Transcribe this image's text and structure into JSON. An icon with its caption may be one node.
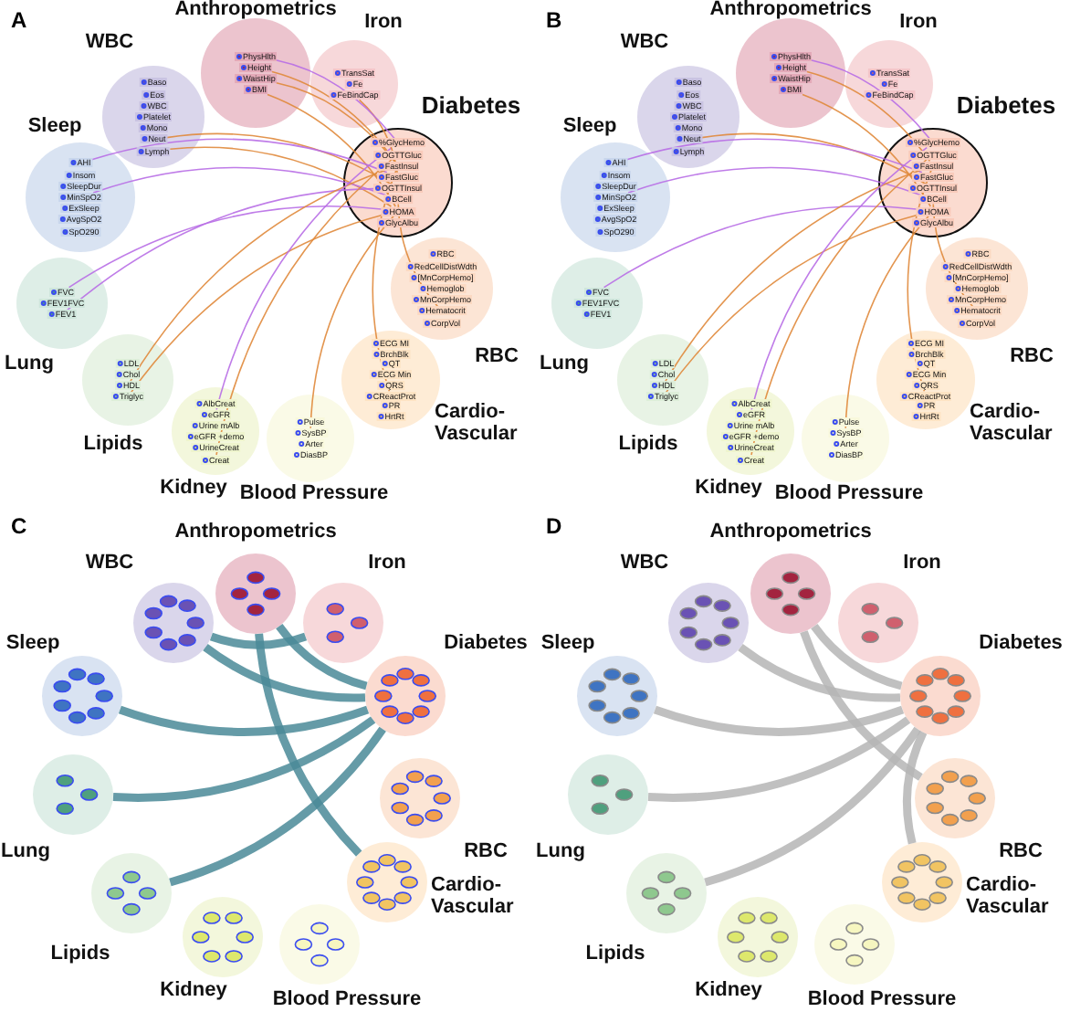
{
  "diagram": {
    "nodes": [
      {
        "text": [
          "Anthropometrics"
        ]
      },
      {
        "text": [
          "PhysHlth"
        ],
        "in": 0
      },
      {
        "text": [
          "Height"
        ],
        "in": 0
      },
      {
        "text": [
          "WaistHip"
        ],
        "in": 0
      },
      {
        "text": [
          "BMI"
        ],
        "in": 0
      },
      {
        "text": [
          "WBC"
        ]
      },
      {
        "text": [
          "Baso"
        ],
        "in": 5
      },
      {
        "text": [
          "Eos"
        ],
        "in": 5
      },
      {
        "text": [
          "WBC"
        ],
        "in": 5
      },
      {
        "text": [
          "Platelet"
        ],
        "in": 5
      },
      {
        "text": [
          "Mono"
        ],
        "in": 5
      },
      {
        "text": [
          "Neut"
        ],
        "in": 5
      },
      {
        "text": [
          "Lymph"
        ],
        "in": 5
      },
      {
        "text": [
          "Iron"
        ]
      },
      {
        "text": [
          "TransSat"
        ],
        "in": 13
      },
      {
        "text": [
          "Fe"
        ],
        "in": 13
      },
      {
        "text": [
          "FeBindCap"
        ],
        "in": 13
      },
      {
        "text": [
          "Diabetes"
        ]
      },
      {
        "text": [
          "%GlycHemo"
        ],
        "in": 17
      },
      {
        "text": [
          "OGTTGluc"
        ],
        "in": 17
      },
      {
        "text": [
          "FastInsul"
        ],
        "in": 17
      },
      {
        "text": [
          "FastGluc"
        ],
        "in": 17
      },
      {
        "text": [
          "OGTTInsul"
        ],
        "in": 17
      },
      {
        "text": [
          "BCell"
        ],
        "in": 17
      },
      {
        "text": [
          "HOMA"
        ],
        "in": 17
      },
      {
        "text": [
          "GlycAlbu"
        ],
        "in": 17
      },
      {
        "text": [
          "Sleep"
        ]
      },
      {
        "text": [
          "AHI"
        ],
        "in": 26
      },
      {
        "text": [
          "Insom"
        ],
        "in": 26
      },
      {
        "text": [
          "SleepDur"
        ],
        "in": 26
      },
      {
        "text": [
          "MinSpO2"
        ],
        "in": 26
      },
      {
        "text": [
          "ExSleep"
        ],
        "in": 26
      },
      {
        "text": [
          "AvgSpO2"
        ],
        "in": 26
      },
      {
        "text": [
          "SpO290"
        ],
        "in": 26
      },
      {
        "text": [
          "RBC"
        ]
      },
      {
        "text": [
          "RBC"
        ],
        "in": 34
      },
      {
        "text": [
          "RedCellDistWdth"
        ],
        "in": 34
      },
      {
        "text": [
          "[MnCorpHemo]"
        ],
        "in": 34
      },
      {
        "text": [
          "Hemoglob"
        ],
        "in": 34
      },
      {
        "text": [
          "MnCorpHemo"
        ],
        "in": 34
      },
      {
        "text": [
          "Hematocrit"
        ],
        "in": 34
      },
      {
        "text": [
          "CorpVol"
        ],
        "in": 34
      },
      {
        "text": [
          "Lung"
        ]
      },
      {
        "text": [
          "FVC"
        ],
        "in": 42
      },
      {
        "text": [
          "FEV1FVC"
        ],
        "in": 42
      },
      {
        "text": [
          "FEV1"
        ],
        "in": 42
      },
      {
        "text": [
          "Cardio- Vascular"
        ]
      },
      {
        "text": [
          "ECG MI"
        ],
        "in": 46
      },
      {
        "text": [
          "BrchBlk"
        ],
        "in": 46
      },
      {
        "text": [
          "QT"
        ],
        "in": 46
      },
      {
        "text": [
          "ECG Min"
        ],
        "in": 46
      },
      {
        "text": [
          "QRS"
        ],
        "in": 46
      },
      {
        "text": [
          "CReactProt"
        ],
        "in": 46
      },
      {
        "text": [
          "PR"
        ],
        "in": 46
      },
      {
        "text": [
          "HrtRt"
        ],
        "in": 46
      },
      {
        "text": [
          "Lipids"
        ]
      },
      {
        "text": [
          "LDL"
        ],
        "in": 55
      },
      {
        "text": [
          "Chol"
        ],
        "in": 55
      },
      {
        "text": [
          "HDL"
        ],
        "in": 55
      },
      {
        "text": [
          "Triglyc"
        ],
        "in": 55
      },
      {
        "text": [
          "Kidney"
        ]
      },
      {
        "text": [
          "AlbCreat"
        ],
        "in": 60
      },
      {
        "text": [
          "eGFR"
        ],
        "in": 60
      },
      {
        "text": [
          "Urine mAlb"
        ],
        "in": 60
      },
      {
        "text": [
          "eGFR +demo"
        ],
        "in": 60
      },
      {
        "text": [
          "UrineCreat"
        ],
        "in": 60
      },
      {
        "text": [
          "Creat"
        ],
        "in": 60
      },
      {
        "text": [
          "Blood Pressure"
        ]
      },
      {
        "text": [
          "Pulse"
        ],
        "in": 67
      },
      {
        "text": [
          "SysBP"
        ],
        "in": 67
      },
      {
        "text": [
          "Arter"
        ],
        "in": 67
      },
      {
        "text": [
          "DiasBP"
        ],
        "in": 67
      },
      {
        "text": [
          "Anthropometrics"
        ]
      },
      {
        "text": [
          "PhysHlth"
        ],
        "in": 72
      },
      {
        "text": [
          "Height"
        ],
        "in": 72
      },
      {
        "text": [
          "WaistHip"
        ],
        "in": 72
      },
      {
        "text": [
          "BMI"
        ],
        "in": 72
      },
      {
        "text": [
          "WBC"
        ]
      },
      {
        "text": [
          "Baso"
        ],
        "in": 77
      },
      {
        "text": [
          "Eos"
        ],
        "in": 77
      },
      {
        "text": [
          "WBC"
        ],
        "in": 77
      },
      {
        "text": [
          "Platelet"
        ],
        "in": 77
      },
      {
        "text": [
          "Mono"
        ],
        "in": 77
      },
      {
        "text": [
          "Neut"
        ],
        "in": 77
      },
      {
        "text": [
          "Lymph"
        ],
        "in": 77
      },
      {
        "text": [
          "Iron"
        ]
      },
      {
        "text": [
          "TransSat"
        ],
        "in": 85
      },
      {
        "text": [
          "Fe"
        ],
        "in": 85
      },
      {
        "text": [
          "FeBindCap"
        ],
        "in": 85
      },
      {
        "text": [
          "Diabetes"
        ]
      },
      {
        "text": [
          "%GlycHemo"
        ],
        "in": 89
      },
      {
        "text": [
          "OGTTGluc"
        ],
        "in": 89
      },
      {
        "text": [
          "FastInsul"
        ],
        "in": 89
      },
      {
        "text": [
          "FastGluc"
        ],
        "in": 89
      },
      {
        "text": [
          "OGTTInsul"
        ],
        "in": 89
      },
      {
        "text": [
          "BCell"
        ],
        "in": 89
      },
      {
        "text": [
          "HOMA"
        ],
        "in": 89
      },
      {
        "text": [
          "GlycAlbu"
        ],
        "in": 89
      },
      {
        "text": [
          "Sleep"
        ]
      },
      {
        "text": [
          "AHI"
        ],
        "in": 98
      },
      {
        "text": [
          "Insom"
        ],
        "in": 98
      },
      {
        "text": [
          "SleepDur"
        ],
        "in": 98
      },
      {
        "text": [
          "MinSpO2"
        ],
        "in": 98
      },
      {
        "text": [
          "ExSleep"
        ],
        "in": 98
      },
      {
        "text": [
          "AvgSpO2"
        ],
        "in": 98
      },
      {
        "text": [
          "SpO290"
        ],
        "in": 98
      },
      {
        "text": [
          "RBC"
        ]
      },
      {
        "text": [
          "RBC"
        ],
        "in": 106
      },
      {
        "text": [
          "RedCellDistWdth"
        ],
        "in": 106
      },
      {
        "text": [
          "[MnCorpHemo]"
        ],
        "in": 106
      },
      {
        "text": [
          "Hemoglob"
        ],
        "in": 106
      },
      {
        "text": [
          "MnCorpHemo"
        ],
        "in": 106
      },
      {
        "text": [
          "Hematocrit"
        ],
        "in": 106
      },
      {
        "text": [
          "CorpVol"
        ],
        "in": 106
      },
      {
        "text": [
          "Lung"
        ]
      },
      {
        "text": [
          "FVC"
        ],
        "in": 114
      },
      {
        "text": [
          "FEV1FVC"
        ],
        "in": 114
      },
      {
        "text": [
          "FEV1"
        ],
        "in": 114
      },
      {
        "text": [
          "Cardio- Vascular"
        ]
      },
      {
        "text": [
          "ECG MI"
        ],
        "in": 118
      },
      {
        "text": [
          "BrchBlk"
        ],
        "in": 118
      },
      {
        "text": [
          "QT"
        ],
        "in": 118
      },
      {
        "text": [
          "ECG Min"
        ],
        "in": 118
      },
      {
        "text": [
          "QRS"
        ],
        "in": 118
      },
      {
        "text": [
          "CReactProt"
        ],
        "in": 118
      },
      {
        "text": [
          "PR"
        ],
        "in": 118
      },
      {
        "text": [
          "HrtRt"
        ],
        "in": 118
      },
      {
        "text": [
          "Lipids"
        ]
      },
      {
        "text": [
          "LDL"
        ],
        "in": 127
      },
      {
        "text": [
          "Chol"
        ],
        "in": 127
      },
      {
        "text": [
          "HDL"
        ],
        "in": 127
      },
      {
        "text": [
          "Triglyc"
        ],
        "in": 127
      },
      {
        "text": [
          "Kidney"
        ]
      },
      {
        "text": [
          "AlbCreat"
        ],
        "in": 132
      },
      {
        "text": [
          "eGFR"
        ],
        "in": 132
      },
      {
        "text": [
          "Urine mAlb"
        ],
        "in": 132
      },
      {
        "text": [
          "eGFR +demo"
        ],
        "in": 132
      },
      {
        "text": [
          "UrineCreat"
        ],
        "in": 132
      },
      {
        "text": [
          "Creat"
        ],
        "in": 132
      },
      {
        "text": [
          "Blood Pressure"
        ]
      },
      {
        "text": [
          "Pulse"
        ],
        "in": 139
      },
      {
        "text": [
          "SysBP"
        ],
        "in": 139
      },
      {
        "text": [
          "Arter"
        ],
        "in": 139
      },
      {
        "text": [
          "DiasBP"
        ],
        "in": 139
      },
      {
        "text": [
          "Anthropometrics"
        ]
      },
      {
        "text": [
          "WBC"
        ]
      },
      {
        "text": [
          "Iron"
        ]
      },
      {
        "text": [
          "Sleep"
        ]
      },
      {
        "text": [
          "Diabetes"
        ]
      },
      {
        "text": [
          "Lung"
        ]
      },
      {
        "text": [
          "RBC"
        ]
      },
      {
        "text": [
          "Lipids"
        ]
      },
      {
        "text": [
          "Cardio- Vascular"
        ]
      },
      {
        "text": [
          "Kidney"
        ]
      },
      {
        "text": [
          "Blood Pressure"
        ]
      },
      {
        "text": [
          "Anthropometrics"
        ]
      },
      {
        "text": [
          "WBC"
        ]
      },
      {
        "text": [
          "Iron"
        ]
      },
      {
        "text": [
          "Sleep"
        ]
      },
      {
        "text": [
          "Diabetes"
        ]
      },
      {
        "text": [
          "Lung"
        ]
      },
      {
        "text": [
          "RBC"
        ]
      },
      {
        "text": [
          "Lipids"
        ]
      },
      {
        "text": [
          "Cardio- Vascular"
        ]
      },
      {
        "text": [
          "Kidney"
        ]
      },
      {
        "text": [
          "Blood Pressure"
        ]
      }
    ],
    "edges": [
      {
        "from": 20,
        "to": 2,
        "arrow": "none",
        "color": "#e08a3c"
      },
      {
        "from": 24,
        "to": 4,
        "arrow": "none",
        "color": "#e08a3c"
      },
      {
        "from": 20,
        "to": 3,
        "arrow": "none",
        "color": "#e08a3c"
      },
      {
        "from": 22,
        "to": 11,
        "arrow": "none",
        "color": "#e08a3c"
      },
      {
        "from": 24,
        "to": 12,
        "arrow": "none",
        "color": "#e08a3c"
      },
      {
        "from": 21,
        "to": 27,
        "arrow": "none",
        "color": "#b86ee6"
      },
      {
        "from": 23,
        "to": 30,
        "arrow": "none",
        "color": "#b86ee6"
      },
      {
        "from": 24,
        "to": 43,
        "arrow": "none",
        "color": "#b86ee6"
      },
      {
        "from": 22,
        "to": 45,
        "arrow": "none",
        "color": "#b86ee6"
      },
      {
        "from": 20,
        "to": 58,
        "arrow": "none",
        "color": "#e08a3c"
      },
      {
        "from": 24,
        "to": 59,
        "arrow": "none",
        "color": "#e08a3c"
      },
      {
        "from": 18,
        "to": 62,
        "arrow": "none",
        "color": "#b86ee6"
      },
      {
        "from": 19,
        "to": 66,
        "arrow": "none",
        "color": "#e08a3c"
      },
      {
        "from": 24,
        "to": 69,
        "arrow": "none",
        "color": "#e08a3c"
      },
      {
        "from": 20,
        "to": 52,
        "arrow": "none",
        "color": "#e08a3c"
      },
      {
        "from": 23,
        "to": 40,
        "arrow": "none",
        "color": "#e08a3c"
      },
      {
        "from": 21,
        "to": 16,
        "arrow": "none",
        "color": "#e08a3c"
      },
      {
        "from": 18,
        "to": 1,
        "arrow": "none",
        "color": "#b86ee6"
      },
      {
        "from": 92,
        "to": 74,
        "arrow": "none",
        "color": "#e08a3c"
      },
      {
        "from": 96,
        "to": 76,
        "arrow": "none",
        "color": "#e08a3c"
      },
      {
        "from": 94,
        "to": 83,
        "arrow": "none",
        "color": "#e08a3c"
      },
      {
        "from": 93,
        "to": 99,
        "arrow": "none",
        "color": "#b86ee6"
      },
      {
        "from": 95,
        "to": 102,
        "arrow": "none",
        "color": "#b86ee6"
      },
      {
        "from": 96,
        "to": 115,
        "arrow": "none",
        "color": "#b86ee6"
      },
      {
        "from": 92,
        "to": 130,
        "arrow": "none",
        "color": "#e08a3c"
      },
      {
        "from": 96,
        "to": 131,
        "arrow": "none",
        "color": "#e08a3c"
      },
      {
        "from": 90,
        "to": 134,
        "arrow": "none",
        "color": "#b86ee6"
      },
      {
        "from": 96,
        "to": 141,
        "arrow": "none",
        "color": "#e08a3c"
      },
      {
        "from": 92,
        "to": 124,
        "arrow": "none",
        "color": "#e08a3c"
      },
      {
        "from": 95,
        "to": 112,
        "arrow": "none",
        "color": "#e08a3c"
      },
      {
        "from": 90,
        "to": 73,
        "arrow": "none",
        "color": "#b86ee6"
      },
      {
        "from": 91,
        "to": 138,
        "arrow": "none",
        "color": "#e08a3c"
      },
      {
        "from": 145,
        "to": 148,
        "arrow": "none",
        "style": "thick",
        "color": "#4a8a98"
      },
      {
        "from": 144,
        "to": 148,
        "arrow": "none",
        "style": "thick",
        "color": "#4a8a98"
      },
      {
        "from": 147,
        "to": 148,
        "arrow": "none",
        "style": "thick",
        "color": "#4a8a98"
      },
      {
        "from": 149,
        "to": 148,
        "arrow": "none",
        "style": "thick",
        "color": "#4a8a98"
      },
      {
        "from": 151,
        "to": 148,
        "arrow": "none",
        "style": "thick",
        "color": "#4a8a98"
      },
      {
        "from": 145,
        "to": 146,
        "arrow": "none",
        "style": "thick",
        "color": "#4a8a98"
      },
      {
        "from": 144,
        "to": 152,
        "arrow": "none",
        "style": "thick",
        "color": "#4a8a98"
      },
      {
        "from": 155,
        "to": 159,
        "arrow": "none",
        "style": "thick",
        "color": "#b5b5b5"
      },
      {
        "from": 155,
        "to": 161,
        "arrow": "none",
        "style": "thick",
        "color": "#b5b5b5"
      },
      {
        "from": 156,
        "to": 159,
        "arrow": "none",
        "style": "thick",
        "color": "#b5b5b5"
      },
      {
        "from": 158,
        "to": 159,
        "arrow": "none",
        "style": "thick",
        "color": "#b5b5b5"
      },
      {
        "from": 160,
        "to": 159,
        "arrow": "none",
        "style": "thick",
        "color": "#b5b5b5"
      },
      {
        "from": 162,
        "to": 159,
        "arrow": "none",
        "style": "thick",
        "color": "#b5b5b5"
      },
      {
        "from": 159,
        "to": 163,
        "arrow": "none",
        "style": "thick",
        "color": "#b5b5b5"
      }
    ],
    "labels": [
      "A",
      "B",
      "C",
      "D"
    ]
  }
}
